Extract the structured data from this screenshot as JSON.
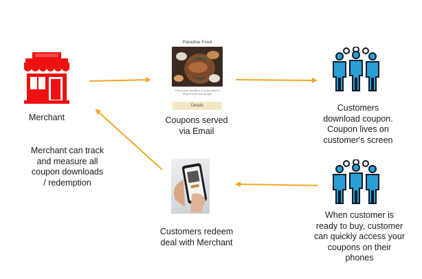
{
  "nodes": {
    "merchant": {
      "label": "Merchant"
    },
    "coupon_email": {
      "label": "Coupons served\nvia Email",
      "card": {
        "title": "Paradise Food",
        "fine_print": "This is your headline of your product, keep it short and simple",
        "button_label": "Details"
      }
    },
    "customers_download": {
      "label": "Customers\ndownload coupon.\nCoupon lives on\ncustomer's screen"
    },
    "customers_ready": {
      "label": "When customer is\nready to buy, customer\ncan quickly access your\ncoupons on their\nphones"
    },
    "redeem": {
      "label": "Customers redeem\ndeal with Merchant"
    },
    "track": {
      "label": "Merchant can track\nand measure all\ncoupon downloads\n/ redemption"
    }
  },
  "colors": {
    "arrow": "#f5a623",
    "store": "#ee1111",
    "people": "#2a9fd6",
    "people_outline": "#0e1a26"
  },
  "icons": {
    "merchant": "storefront-icon",
    "customers": "people-group-icon"
  }
}
